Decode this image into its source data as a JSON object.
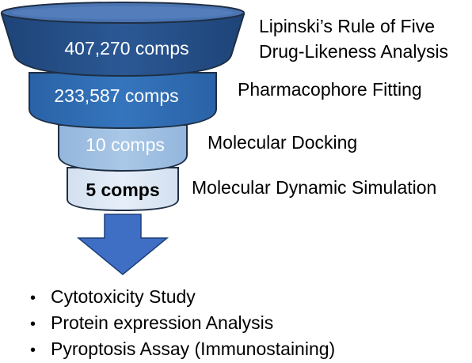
{
  "colors": {
    "stage1": "#264e86",
    "stage1_rim": "#1b3a67",
    "stage1_top": "#4d77b7",
    "stage2": "#2f6cb2",
    "stage2_top": "#5b8fcf",
    "stage3": "#9fbfe2",
    "stage3_top": "#c7dcf1",
    "stage4": "#dce7f4",
    "stage4_top": "#eef4fb",
    "arrow": "#3f6fc4",
    "outline": "#1f2f44"
  },
  "funnel": {
    "stages": [
      {
        "count": "407,270 comps",
        "label_lines": [
          "Lipinski’s Rule of Five",
          "Drug-Likeness Analysis"
        ],
        "count_color": "#ffffff",
        "bold": false
      },
      {
        "count": "233,587  comps",
        "label_lines": [
          "Pharmacophore Fitting"
        ],
        "count_color": "#ffffff",
        "bold": false
      },
      {
        "count": "10 comps",
        "label_lines": [
          "Molecular Docking"
        ],
        "count_color": "#ffffff",
        "bold": false
      },
      {
        "count": "5 comps",
        "label_lines": [
          "Molecular Dynamic Simulation"
        ],
        "count_color": "#000000",
        "bold": true
      }
    ]
  },
  "outcomes": {
    "bullet": "•",
    "items": [
      "Cytotoxicity Study",
      "Protein expression Analysis",
      "Pyroptosis Assay (Immunostaining)"
    ]
  }
}
